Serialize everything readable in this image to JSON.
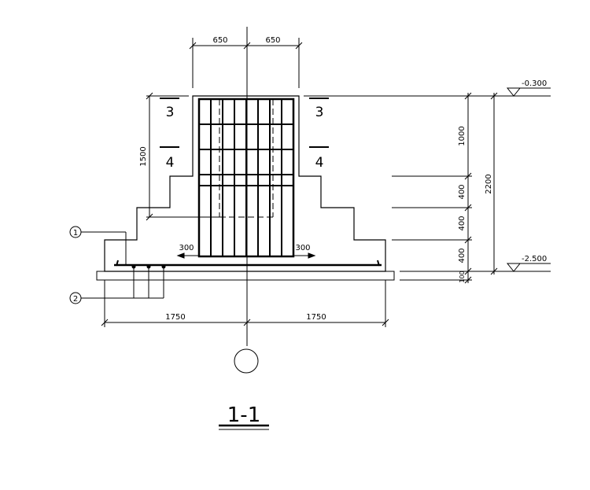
{
  "top_dims": {
    "left": "650",
    "right": "650"
  },
  "left_dims": {
    "height": "1500"
  },
  "section_marks": {
    "upper_left": "3",
    "upper_right": "3",
    "lower_left": "4",
    "lower_right": "4"
  },
  "side_widths": {
    "left": "300",
    "right": "300"
  },
  "callouts": {
    "bar1": "1",
    "bar2": "2"
  },
  "bottom_dims": {
    "left": "1750",
    "right": "1750"
  },
  "right_dims": {
    "d1": "1000",
    "d2": "400",
    "d3": "400",
    "d4": "400",
    "d5": "100",
    "total": "2200"
  },
  "elevations": {
    "top": "-0.300",
    "bottom": "-2.500"
  },
  "section_title": "1-1"
}
